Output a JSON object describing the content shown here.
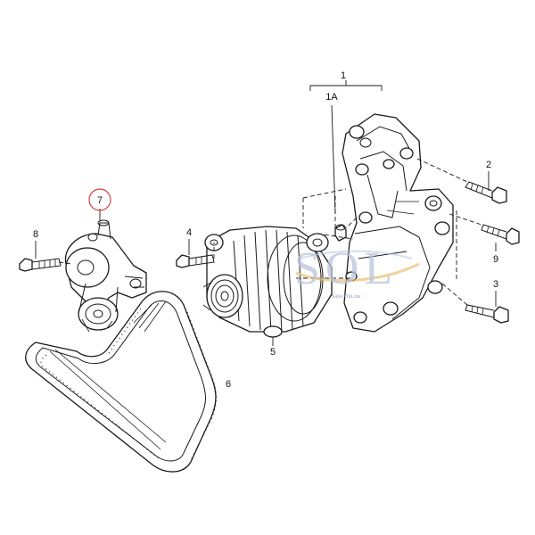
{
  "callouts": {
    "c1": "1",
    "c1a": "1A",
    "c2": "2",
    "c3": "3",
    "c4": "4",
    "c5": "5",
    "c6": "6",
    "c7": "7",
    "c8": "8",
    "c9": "9"
  },
  "watermark": {
    "logo": "SOL",
    "tagline": "Sales OnLine"
  },
  "colors": {
    "ink": "#1a1a1a",
    "highlight_circle": "#d84040",
    "watermark": "#b9c4dc"
  }
}
